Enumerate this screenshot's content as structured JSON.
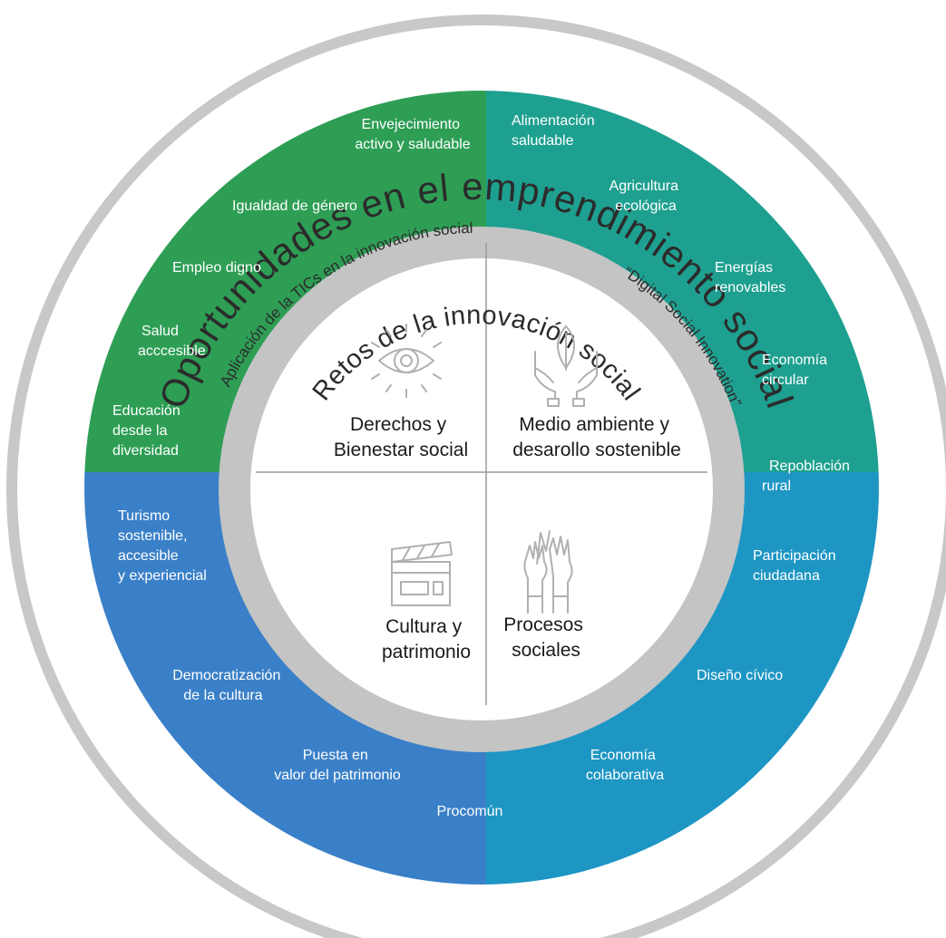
{
  "colors": {
    "outer_ring": "#c8c8c8",
    "green": "#2e9e55",
    "teal": "#1ea090",
    "blue_left": "#3a80c8",
    "blue_right": "#1e96c4",
    "inner_ring": "#c4c4c4",
    "center": "#ffffff",
    "divider": "#9a9a9a",
    "icon": "#b0b0b0"
  },
  "outer_ring": {
    "title": "Oportunidades en el emprendimiento social",
    "caption_left": "Aplicación de la TICs en la innovación social",
    "caption_right": "“Digital Social Innovation”"
  },
  "inner_ring": {
    "title": "Retos de la innovación social"
  },
  "quadrants": {
    "top_left": {
      "label_lines": [
        "Derechos y",
        "Bienestar social"
      ],
      "icon": "eye-icon"
    },
    "top_right": {
      "label_lines": [
        "Medio ambiente y",
        "desarollo sostenible"
      ],
      "icon": "leaf-hands-icon"
    },
    "bottom_left": {
      "label_lines": [
        "Cultura y",
        "patrimonio"
      ],
      "icon": "clapperboard-icon"
    },
    "bottom_right": {
      "label_lines": [
        "Procesos",
        "sociales"
      ],
      "icon": "raised-hands-icon"
    }
  },
  "opportunities": {
    "green": [
      {
        "lines": [
          "Envejecimiento",
          "activo y saludable"
        ]
      },
      {
        "lines": [
          "Igualdad de género"
        ]
      },
      {
        "lines": [
          "Empleo digno"
        ]
      },
      {
        "lines": [
          "Salud",
          "acccesible"
        ]
      },
      {
        "lines": [
          "Educación",
          "desde la",
          "diversidad"
        ]
      }
    ],
    "teal": [
      {
        "lines": [
          "Alimentación",
          "saludable"
        ]
      },
      {
        "lines": [
          "Agricultura",
          "ecológica"
        ]
      },
      {
        "lines": [
          "Energías",
          "renovables"
        ]
      },
      {
        "lines": [
          "Economía",
          "circular"
        ]
      }
    ],
    "blue_left": [
      {
        "lines": [
          "Turismo",
          "sostenible,",
          "accesible",
          "y experiencial"
        ]
      },
      {
        "lines": [
          "Democratización",
          "de la cultura"
        ]
      },
      {
        "lines": [
          "Puesta en",
          "valor del patrimonio"
        ]
      },
      {
        "lines": [
          "Procomún"
        ]
      }
    ],
    "blue_right": [
      {
        "lines": [
          "Repoblación",
          "rural"
        ]
      },
      {
        "lines": [
          "Participación",
          "ciudadana"
        ]
      },
      {
        "lines": [
          "Diseño cívico"
        ]
      },
      {
        "lines": [
          "Economía",
          "colaborativa"
        ]
      }
    ]
  }
}
